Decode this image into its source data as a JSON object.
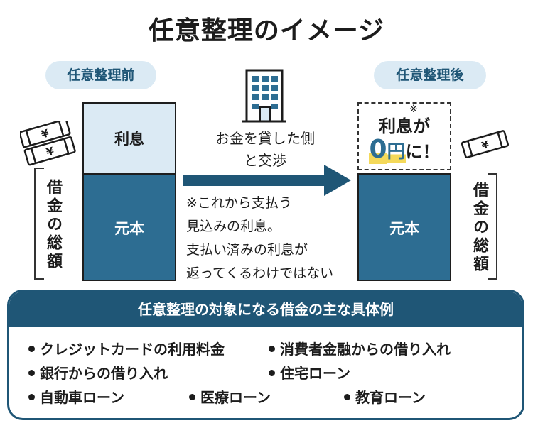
{
  "title": "任意整理のイメージ",
  "before": {
    "label": "任意整理前",
    "interest": "利息",
    "principal": "元本",
    "total_label": "借金の総額"
  },
  "after": {
    "label": "任意整理後",
    "interest_line1": "利息が",
    "note_mark": "※",
    "zero": "0",
    "yen": "円",
    "ni": "に！",
    "principal": "元本",
    "total_label": "借金の総額"
  },
  "negotiation": {
    "line1": "お金を貸した側",
    "line2": "と交渉"
  },
  "note": {
    "line1": "※これから支払う",
    "line2": "見込みの利息。",
    "line3": "支払い済みの利息が",
    "line4": "返ってくるわけではない"
  },
  "examples": {
    "heading": "任意整理の対象になる借金の主な具体例",
    "items": [
      "クレジットカードの利用料金",
      "消費者金融からの借り入れ",
      "銀行からの借り入れ",
      "住宅ローン",
      "自動車ローン",
      "医療ローン",
      "教育ローン"
    ]
  },
  "icons": {
    "money": "money-stack-icon",
    "building": "office-building-icon",
    "arrow": "arrow-right-icon",
    "bullet": "bullet-dot-icon"
  },
  "colors": {
    "dark_blue": "#1f5676",
    "mid_blue": "#2d6d92",
    "light_blue": "#dbeaf4",
    "yellow": "#f4d95a"
  }
}
